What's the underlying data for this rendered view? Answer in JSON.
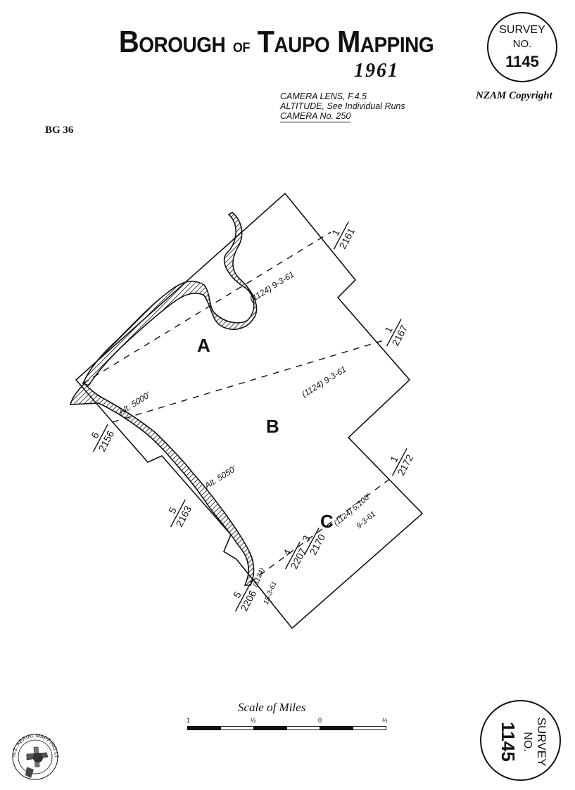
{
  "header": {
    "title_b": "B",
    "title_orough": "OROUGH",
    "title_of": "OF",
    "title_t": "T",
    "title_aupo": "AUPO",
    "title_m": "M",
    "title_apping": "APPING",
    "year": "1961"
  },
  "camera_info": {
    "lens": "CAMERA LENS, F.4.5",
    "altitude": "ALTITUDE, See Individual Runs",
    "camera_no": "CAMERA No. 250"
  },
  "survey_seal_top": {
    "line1": "SURVEY",
    "line2": "NO.",
    "number": "1145"
  },
  "copyright": "NZAM Copyright",
  "sheet_id": "BG 36",
  "map": {
    "runs": [
      {
        "letter": "A",
        "alt": "Alt. 5000'",
        "note": "(1124) 9-3-61"
      },
      {
        "letter": "B",
        "alt": "Alt. 5050'",
        "note": "(1124) 9-3-61"
      },
      {
        "letter": "C",
        "note": "(1124) 5,100'",
        "date": "9-3-61"
      }
    ],
    "photo_labels": [
      {
        "top": "1",
        "bottom": "2161"
      },
      {
        "top": "1",
        "bottom": "2167"
      },
      {
        "top": "1",
        "bottom": "2172"
      },
      {
        "top": "6",
        "bottom": "2156"
      },
      {
        "top": "5",
        "bottom": "2163"
      },
      {
        "top": "5",
        "bottom": "2206"
      },
      {
        "top": "4",
        "bottom": "2207"
      },
      {
        "top": "3",
        "bottom": "2170"
      }
    ],
    "extra_run": {
      "film": "(1124)",
      "date": "15-3-61"
    }
  },
  "scale": {
    "title": "Scale of Miles",
    "ticks": [
      "1",
      "½",
      "0",
      "½"
    ]
  },
  "survey_seal_bottom": {
    "line1": "SURVEY",
    "line2": "NO.",
    "number": "1145"
  },
  "logo": {
    "text": "N.Z. AERIAL MAPPING LTD."
  }
}
